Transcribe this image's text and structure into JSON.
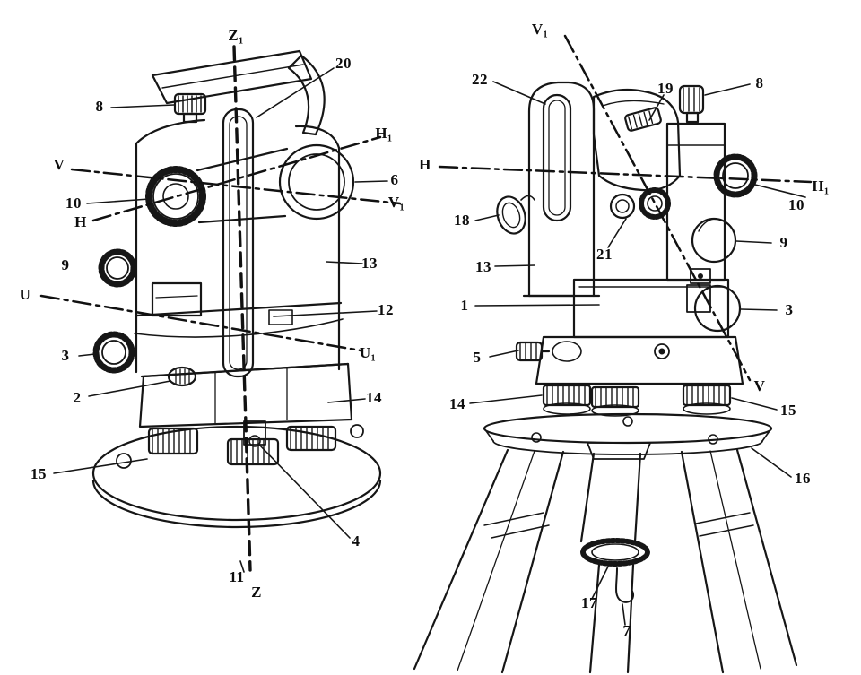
{
  "figure": {
    "description_labels_only": true,
    "left_view": {
      "labels": {
        "z1": "Z₁",
        "n20": "20",
        "n8": "8",
        "h1": "H₁",
        "v": "V",
        "n6": "6",
        "n10": "10",
        "v1": "V₁",
        "h": "H",
        "n9": "9",
        "n13": "13",
        "u": "U",
        "n12": "12",
        "n3": "3",
        "u1": "U₁",
        "n2": "2",
        "n14": "14",
        "n15": "15",
        "n4": "4",
        "n11": "11",
        "z": "Z"
      }
    },
    "right_view": {
      "labels": {
        "v1": "V₁",
        "n22": "22",
        "n19": "19",
        "n8": "8",
        "h": "H",
        "h1": "H₁",
        "n10": "10",
        "n18": "18",
        "n21": "21",
        "n9": "9",
        "n13": "13",
        "n1": "1",
        "n3": "3",
        "n5": "5",
        "v": "V",
        "n14": "14",
        "n15": "15",
        "n16": "16",
        "n17": "17",
        "n7": "7"
      }
    },
    "colors": {
      "ink": "#161616",
      "paper": "#ffffff"
    }
  }
}
